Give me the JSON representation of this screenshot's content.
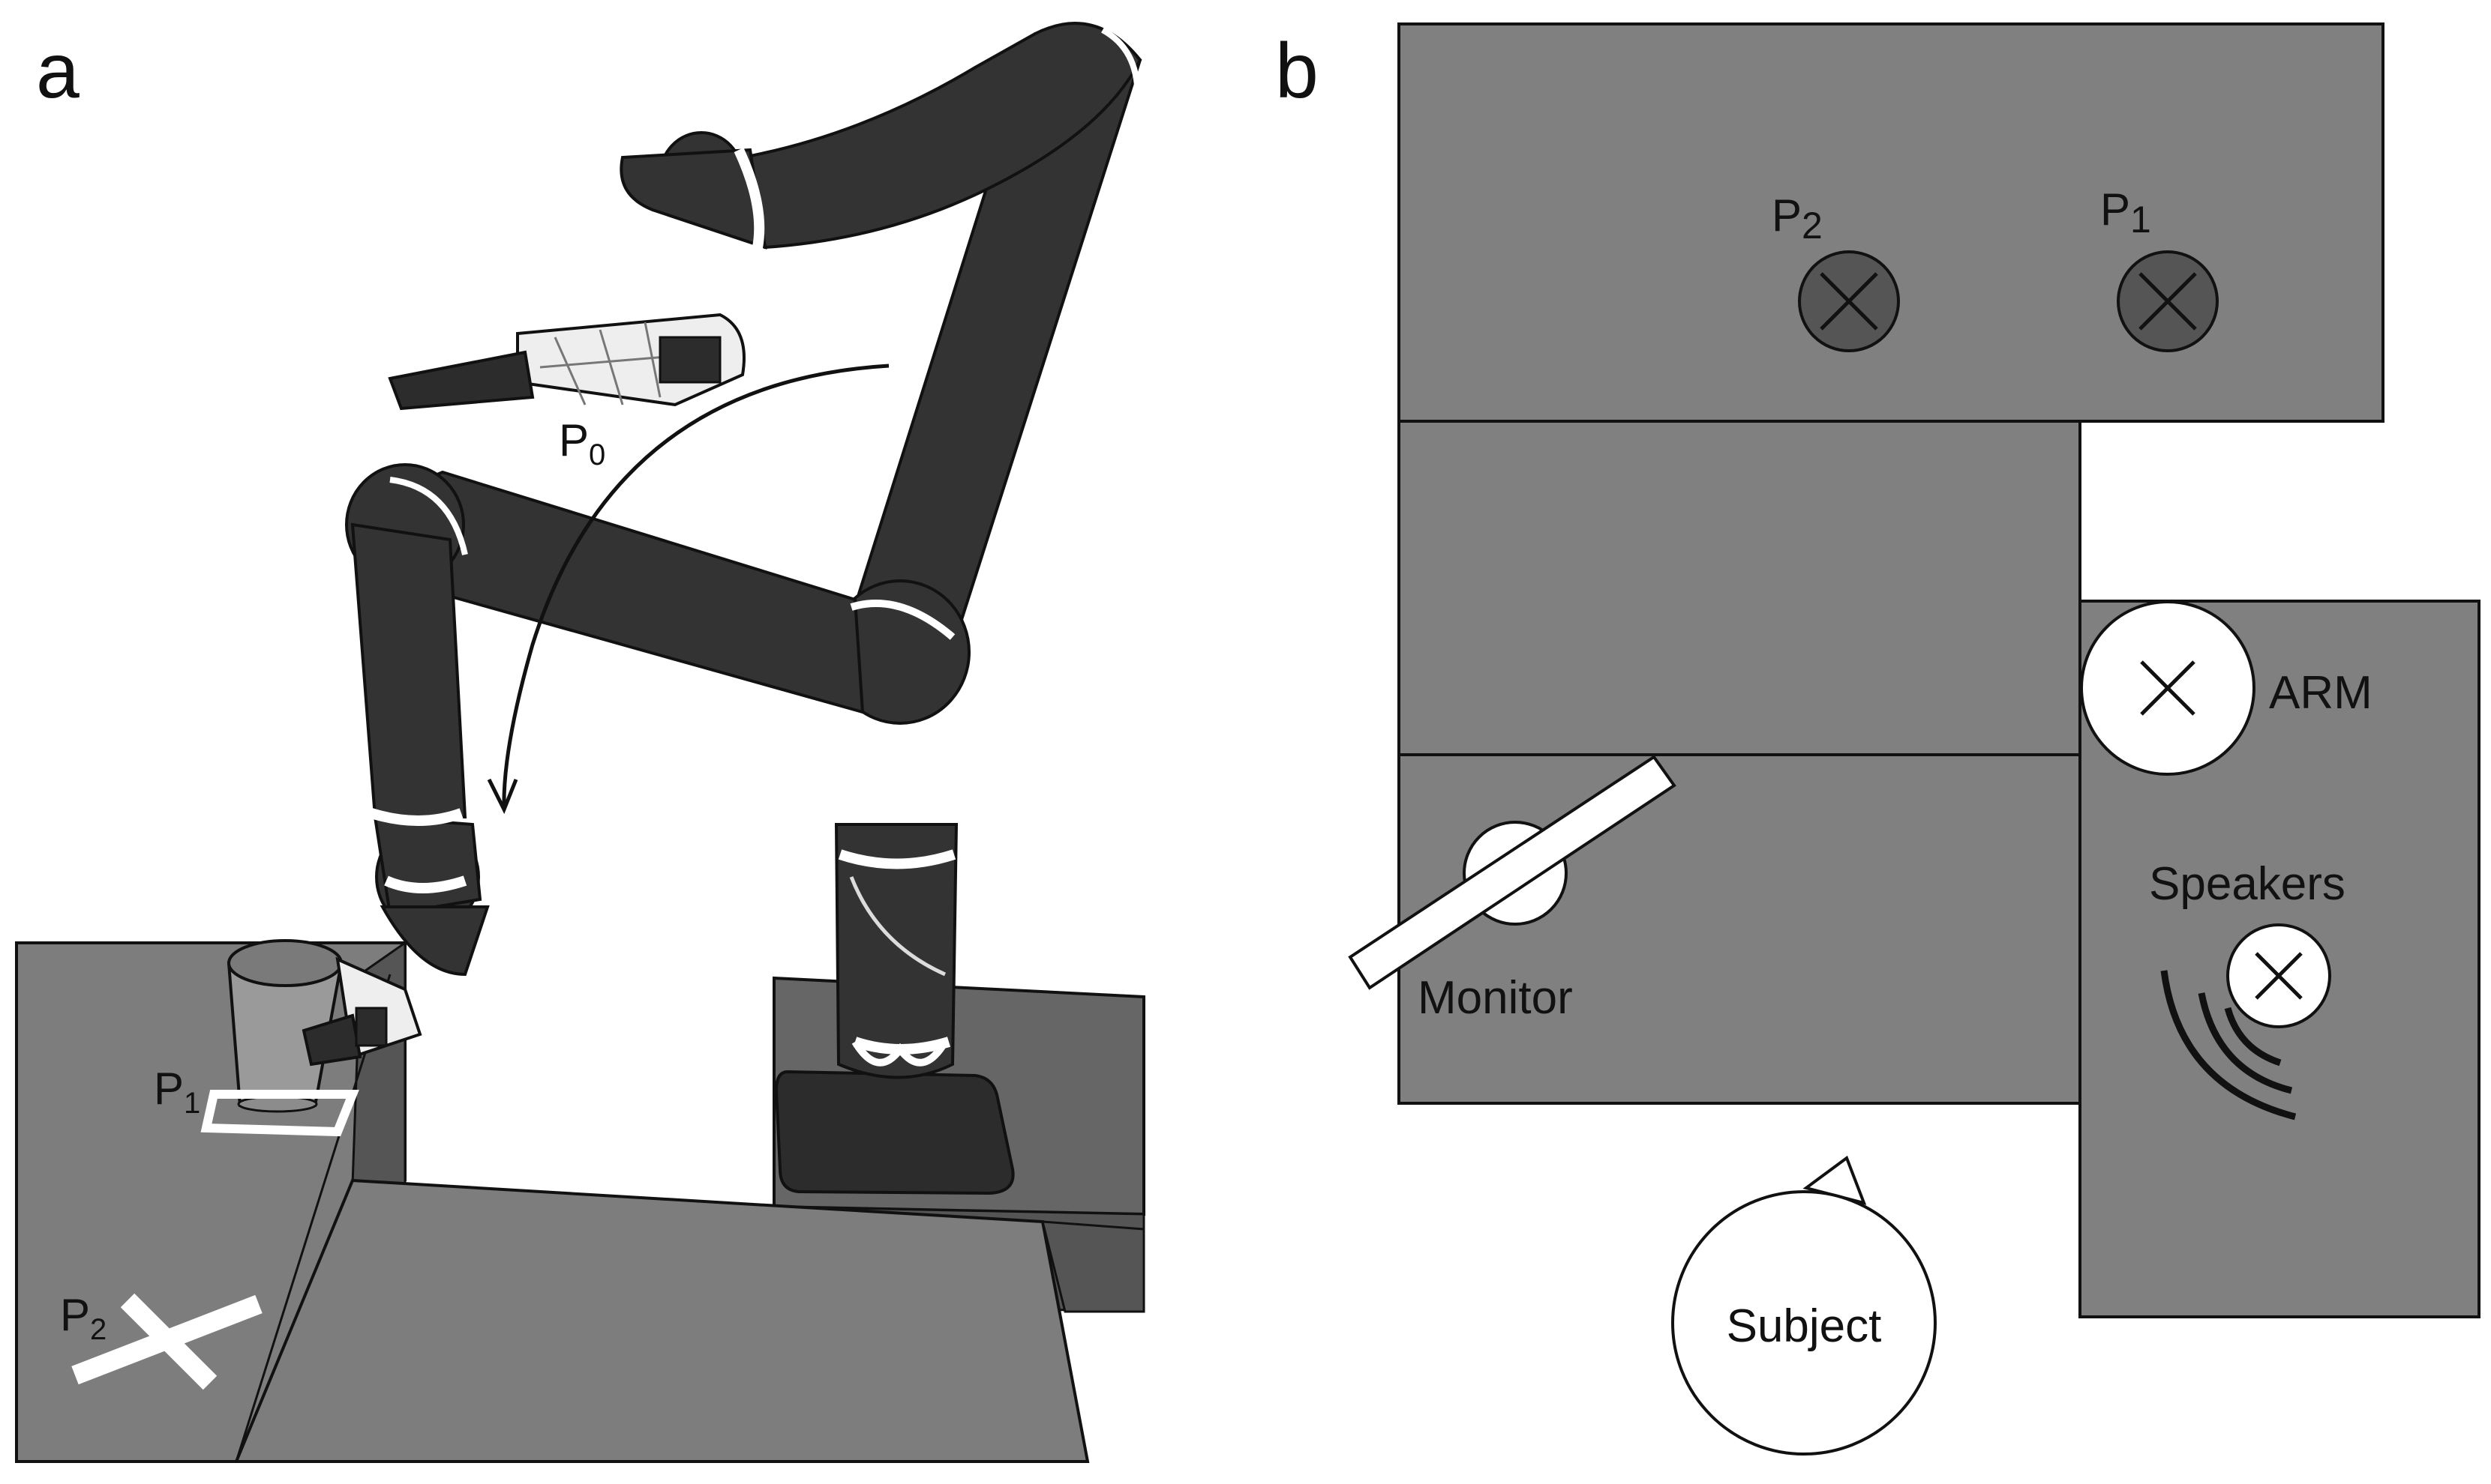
{
  "panel_a": {
    "letter": "a",
    "positions": {
      "p0": "P",
      "p0_sub": "0",
      "p1": "P",
      "p1_sub": "1",
      "p2": "P",
      "p2_sub": "2"
    }
  },
  "panel_b": {
    "letter": "b",
    "positions": {
      "p2": "P",
      "p2_sub": "2",
      "p1": "P",
      "p1_sub": "1"
    },
    "labels": {
      "arm": "ARM",
      "speakers": "Speakers",
      "monitor": "Monitor",
      "subject": "Subject"
    }
  },
  "colors": {
    "table_a": "#7d7d7d",
    "table_b": "#808080",
    "robot_link": "#333333",
    "robot_ring": "#ffffff",
    "target_fill": "#555555",
    "outline": "#111111"
  }
}
